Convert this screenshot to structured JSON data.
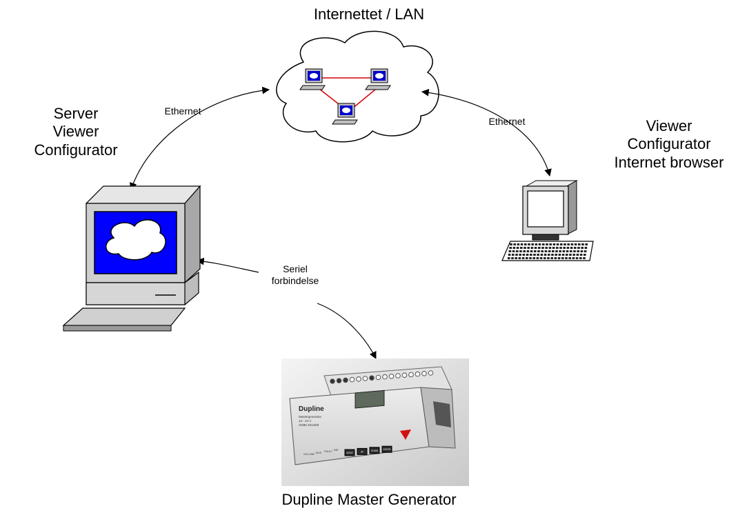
{
  "diagram": {
    "title": "Internettet / LAN",
    "server": {
      "lines": [
        "Server",
        "Viewer",
        "Configurator"
      ]
    },
    "viewer": {
      "lines": [
        "Viewer",
        "Configurator",
        "Internet browser"
      ]
    },
    "connections": {
      "ethernet_left": "Ethernet",
      "ethernet_right": "Ethernet",
      "serial": [
        "Seriel",
        "forbindelse"
      ]
    },
    "device": {
      "label": "Dupline Master Generator",
      "brand": "Dupline",
      "buttons": [
        "MODE",
        "UP",
        "DOWN",
        "ENTER"
      ]
    }
  }
}
